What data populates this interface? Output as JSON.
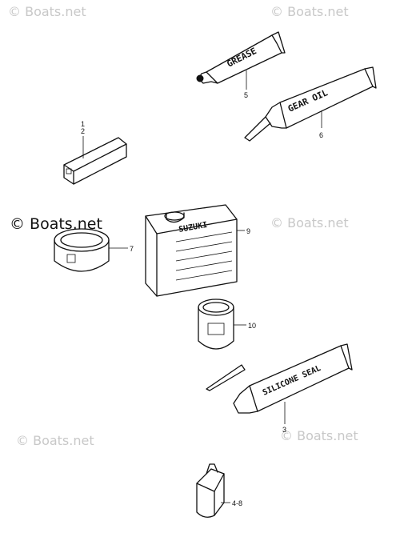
{
  "watermark": {
    "main": "© Boats.net",
    "faint": "© Boats.net"
  },
  "callouts": {
    "c1": "1",
    "c2": "2",
    "c3": "3",
    "c48": "4-8",
    "c5": "5",
    "c6": "6",
    "c7": "7",
    "c9": "9",
    "c10": "10"
  },
  "product_text": {
    "grease": "GREASE",
    "gear_oil": "GEAR OIL",
    "silicone": "SILICONE SEAL",
    "suzuki": "SUZUKI"
  },
  "colors": {
    "ink": "#111111",
    "watermark": "#c8c8c8"
  }
}
